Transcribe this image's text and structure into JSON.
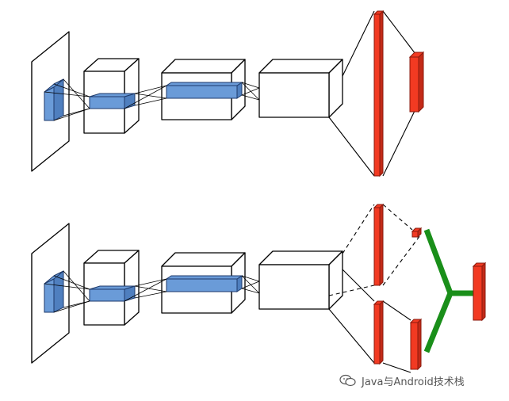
{
  "diagram": {
    "colors": {
      "stroke": "#000000",
      "face": "#ffffff",
      "feature_block": "#6a9bd8",
      "feature_block_side": "#4f7fbf",
      "output_red": "#f23a22",
      "output_red_side": "#c42a17",
      "merge_green": "#1a8f1a"
    },
    "rows": [
      {
        "id": "single-network",
        "output_branches": 1
      },
      {
        "id": "siamese-network",
        "output_branches": 2,
        "merge": true
      }
    ]
  },
  "watermark": {
    "icon": "wechat-bubble-icon",
    "text": "Java与Android技术栈"
  }
}
